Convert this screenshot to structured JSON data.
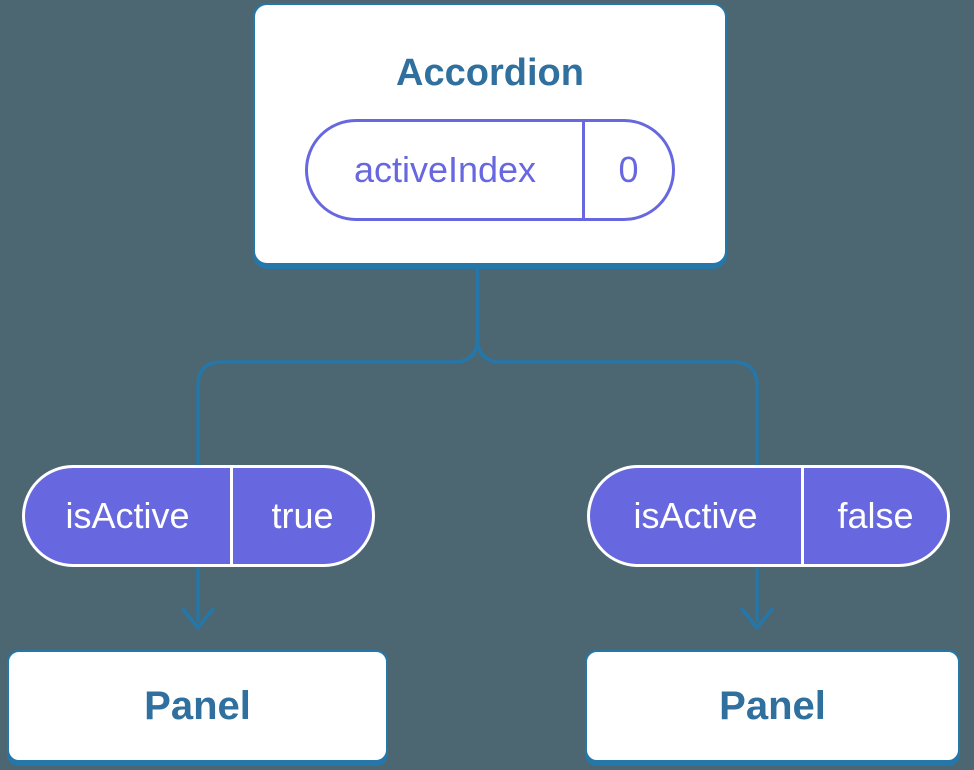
{
  "diagram": {
    "root_component": {
      "title": "Accordion",
      "state_pill": {
        "label": "activeIndex",
        "value": "0"
      }
    },
    "prop_pills": [
      {
        "label": "isActive",
        "value": "true"
      },
      {
        "label": "isActive",
        "value": "false"
      }
    ],
    "child_components": [
      {
        "title": "Panel"
      },
      {
        "title": "Panel"
      }
    ]
  },
  "colors": {
    "background": "#4C6772",
    "connector": "#2577A9",
    "box_border": "#2577A9",
    "box_fill": "#FFFFFF",
    "heading_text": "#30709E",
    "pill_fill": "#6767E0",
    "pill_outline": "#6767E0",
    "pill_text": "#FFFFFF"
  }
}
